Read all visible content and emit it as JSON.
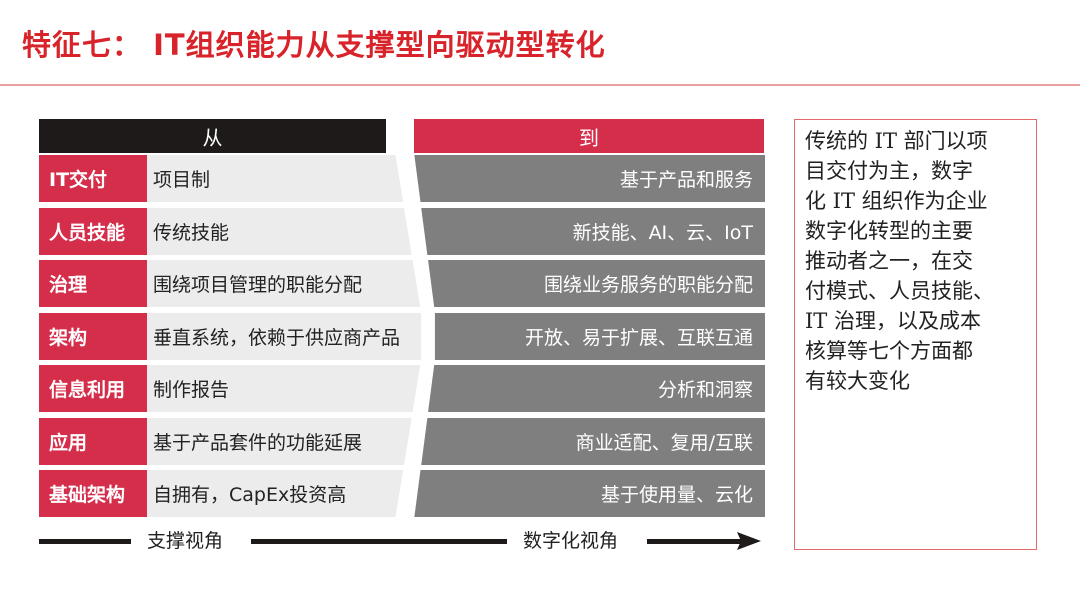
{
  "title": "特征七：   IT组织能力从支撑型向驱动型转化",
  "colors": {
    "accent": "#d42e4b",
    "title_red": "#d8232a",
    "dark": "#1e1a1a",
    "from_bg": "#ececec",
    "to_bg": "#7f7f7f"
  },
  "table": {
    "header_from": "从",
    "header_to": "到",
    "rows": [
      {
        "category": "IT交付",
        "from": "项目制",
        "to": "基于产品和服务"
      },
      {
        "category": "人员技能",
        "from": "传统技能",
        "to": "新技能、AI、云、IoT"
      },
      {
        "category": "治理",
        "from": "围绕项目管理的职能分配",
        "to": "围绕业务服务的职能分配"
      },
      {
        "category": "架构",
        "from": "垂直系统，依赖于供应商产品",
        "to": "开放、易于扩展、互联互通"
      },
      {
        "category": "信息利用",
        "from": "制作报告",
        "to": "分析和洞察"
      },
      {
        "category": "应用",
        "from": "基于产品套件的功能延展",
        "to": "商业适配、复用/互联"
      },
      {
        "category": "基础架构",
        "from": "自拥有，CapEx投资高",
        "to": "基于使用量、云化"
      }
    ]
  },
  "axis": {
    "left_label": "支撑视角",
    "right_label": "数字化视角"
  },
  "note": {
    "lines": [
      "传统的 IT 部门以项",
      "目交付为主，数字",
      "化 IT 组织作为企业",
      "数字化转型的主要",
      "推动者之一，在交",
      "付模式、人员技能、",
      "IT 治理，以及成本",
      "核算等七个方面都",
      "有较大变化"
    ]
  }
}
